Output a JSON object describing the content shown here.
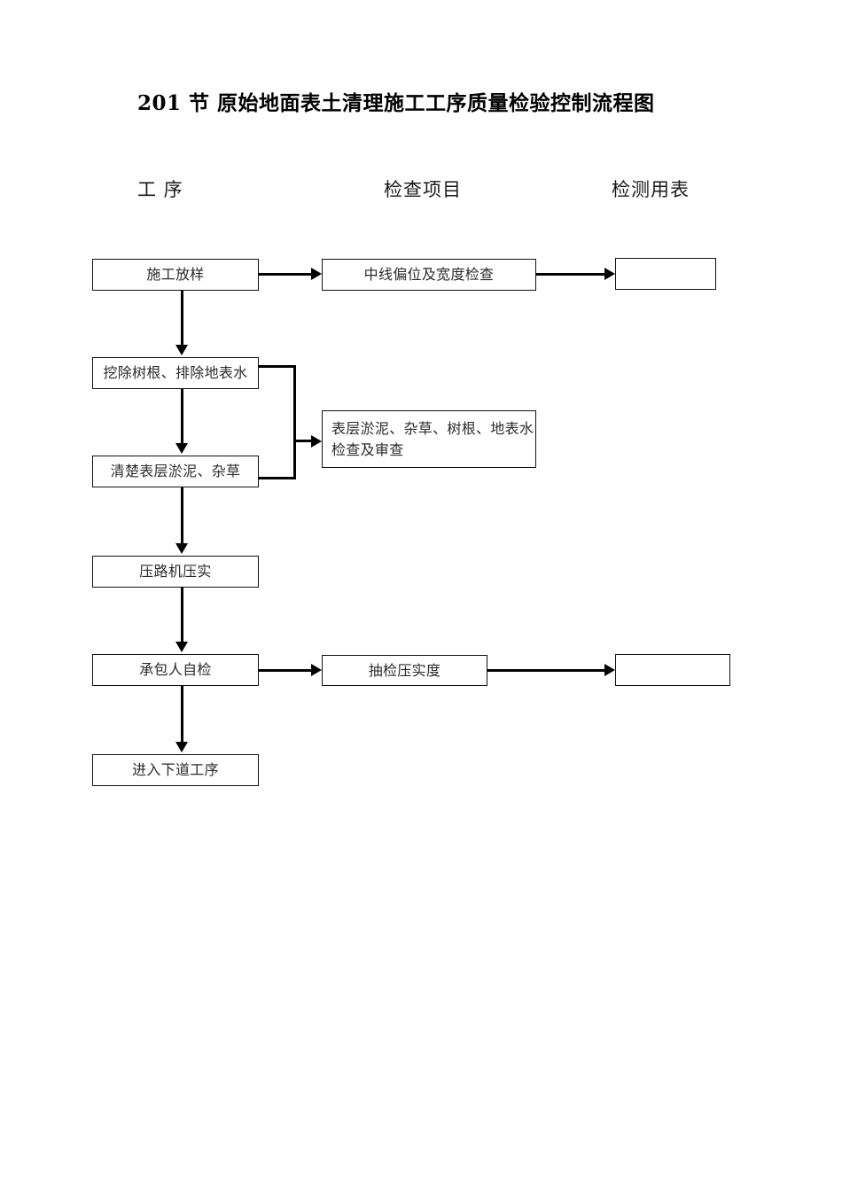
{
  "document": {
    "title": "201 节   原始地面表土清理施工工序质量检验控制流程图"
  },
  "columns": {
    "process": "工  序",
    "inspection_item": "检查项目",
    "inspection_form": "检测用表"
  },
  "chart_data": {
    "type": "diagram",
    "title": "201 节   原始地面表土清理施工工序质量检验控制流程图",
    "columns": [
      "工  序",
      "检查项目",
      "检测用表"
    ],
    "nodes": [
      {
        "id": "p1",
        "column": "process",
        "label": "施工放样"
      },
      {
        "id": "p2",
        "column": "process",
        "label": "挖除树根、排除地表水"
      },
      {
        "id": "p3",
        "column": "process",
        "label": "清楚表层淤泥、杂草"
      },
      {
        "id": "p4",
        "column": "process",
        "label": "压路机压实"
      },
      {
        "id": "p5",
        "column": "process",
        "label": "承包人自检"
      },
      {
        "id": "p6",
        "column": "process",
        "label": "进入下道工序"
      },
      {
        "id": "c1",
        "column": "inspection_item",
        "label": "中线偏位及宽度检查"
      },
      {
        "id": "c2",
        "column": "inspection_item",
        "label": "表层淤泥、杂草、树根、地表水检查及审查"
      },
      {
        "id": "c3",
        "column": "inspection_item",
        "label": "抽检压实度"
      },
      {
        "id": "f1",
        "column": "inspection_form",
        "label": ""
      },
      {
        "id": "f2",
        "column": "inspection_form",
        "label": ""
      }
    ],
    "edges": [
      {
        "from": "p1",
        "to": "c1",
        "style": "arrow-right"
      },
      {
        "from": "c1",
        "to": "f1",
        "style": "arrow-right"
      },
      {
        "from": "p1",
        "to": "p2",
        "style": "arrow-down"
      },
      {
        "from": "p2",
        "to": "p3",
        "style": "arrow-down"
      },
      {
        "from": "p2",
        "to": "c2",
        "style": "bracket-right"
      },
      {
        "from": "p3",
        "to": "c2",
        "style": "bracket-right"
      },
      {
        "from": "p3",
        "to": "p4",
        "style": "arrow-down"
      },
      {
        "from": "p4",
        "to": "p5",
        "style": "arrow-down"
      },
      {
        "from": "p5",
        "to": "c3",
        "style": "arrow-right"
      },
      {
        "from": "c3",
        "to": "f2",
        "style": "arrow-right"
      },
      {
        "from": "p5",
        "to": "p6",
        "style": "arrow-down"
      }
    ]
  },
  "nodes": {
    "p1": "施工放样",
    "p2": "挖除树根、排除地表水",
    "p3": "清楚表层淤泥、杂草",
    "p4": "压路机压实",
    "p5": "承包人自检",
    "p6": "进入下道工序",
    "c1": "中线偏位及宽度检查",
    "c2": "表层淤泥、杂草、树根、地表水检查及审查",
    "c3": "抽检压实度",
    "f1": "",
    "f2": ""
  },
  "colors": {
    "background": "#ffffff",
    "line": "#111111",
    "text": "#2b2b2b",
    "title_text": "#000000"
  }
}
